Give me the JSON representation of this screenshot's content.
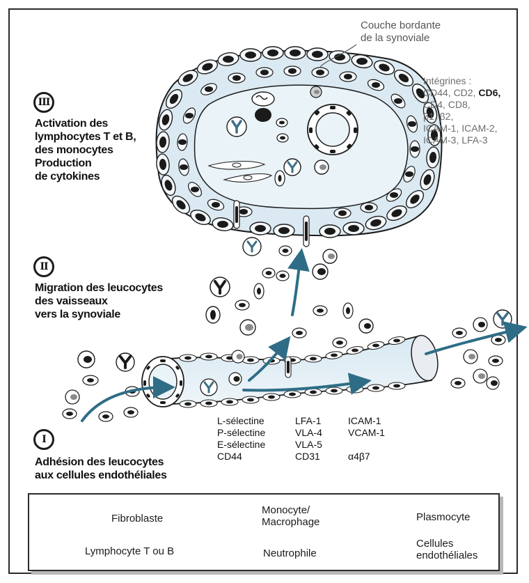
{
  "layer_label": {
    "line1": "Couche bordante",
    "line2": "de la synoviale"
  },
  "integrins": {
    "title": "Intégrines :",
    "line1_a": "CD44, CD2, ",
    "line1_b": "CD6,",
    "line2": "CD4, CD8,",
    "line3": "β1, β2,",
    "line4": "ICAM-1, ICAM-2,",
    "line5": "ICAM-3, LFA-3"
  },
  "stages": [
    {
      "numeral": "III",
      "lines": [
        "Activation des",
        "lymphocytes T et B,",
        "des monocytes",
        "Production",
        "de cytokines"
      ]
    },
    {
      "numeral": "II",
      "lines": [
        "Migration des leucocytes",
        "des vaisseaux",
        "vers la synoviale"
      ]
    },
    {
      "numeral": "I",
      "lines": [
        "Adhésion des leucocytes",
        "aux cellules endothéliales"
      ]
    }
  ],
  "molecules": {
    "col1": [
      "L-sélectine",
      "P-sélectine",
      "E-sélectine",
      "CD44"
    ],
    "col2": [
      "LFA-1",
      "VLA-4",
      "VLA-5",
      "CD31"
    ],
    "col3": [
      "ICAM-1",
      "VCAM-1",
      "",
      "α4β7"
    ]
  },
  "legend": {
    "fibroblast": "Fibroblaste",
    "monocyte_1": "Monocyte/",
    "monocyte_2": "Macrophage",
    "plasmocyte": "Plasmocyte",
    "lymphocyte": "Lymphocyte T ou B",
    "neutrophil": "Neutrophile",
    "endothelial_1": "Cellules",
    "endothelial_2": "endothéliales"
  },
  "colors": {
    "cell_fill": "#dbe9f2",
    "lumen": "#eaf3f8",
    "arrow": "#2f6d86",
    "nucleus": "#1a1a1a",
    "neutrophil": "#3d6f85"
  }
}
